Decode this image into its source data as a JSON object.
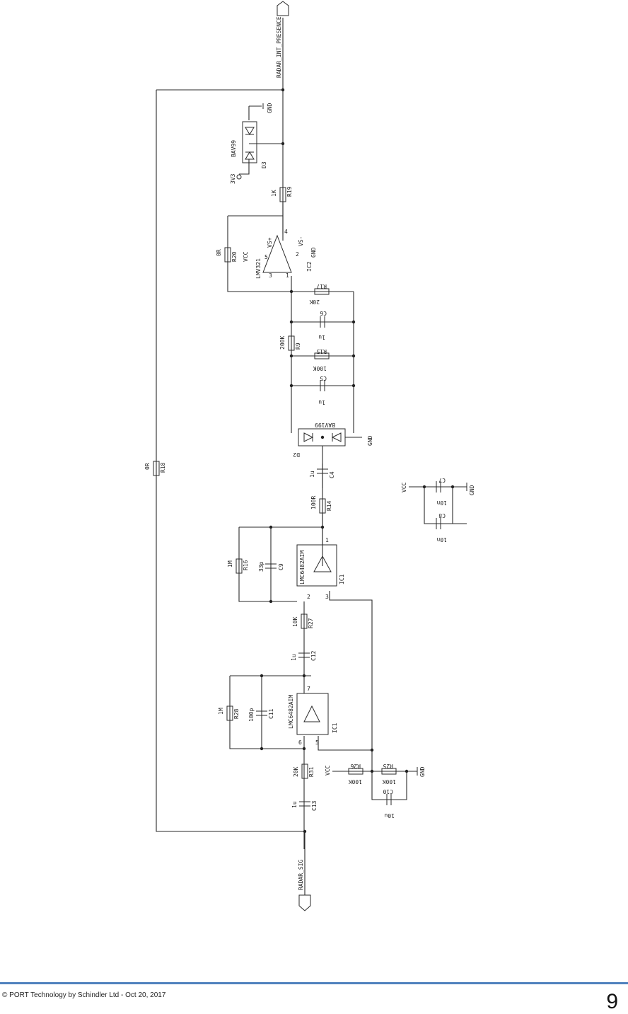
{
  "ports": {
    "input": "RADAR_SIG",
    "output": "RADAR_INT_PRESENCE"
  },
  "nets": {
    "vcc": "VCC",
    "gnd": "GND",
    "v33": "3V3"
  },
  "resistors": [
    {
      "ref": "R18",
      "value": "0R"
    },
    {
      "ref": "R19",
      "value": "1K"
    },
    {
      "ref": "R20",
      "value": "0R"
    },
    {
      "ref": "R17",
      "value": "20K"
    },
    {
      "ref": "R9",
      "value": "200K"
    },
    {
      "ref": "R15",
      "value": "100K"
    },
    {
      "ref": "R14",
      "value": "100R"
    },
    {
      "ref": "R16",
      "value": "1M"
    },
    {
      "ref": "R27",
      "value": "10K"
    },
    {
      "ref": "R28",
      "value": "1M"
    },
    {
      "ref": "R31",
      "value": "20K"
    },
    {
      "ref": "R26",
      "value": "100K"
    },
    {
      "ref": "R25",
      "value": "100K"
    }
  ],
  "capacitors": [
    {
      "ref": "C6",
      "value": "1u"
    },
    {
      "ref": "C5",
      "value": "1u"
    },
    {
      "ref": "C4",
      "value": "1u"
    },
    {
      "ref": "C9",
      "value": "33p"
    },
    {
      "ref": "C12",
      "value": "1u"
    },
    {
      "ref": "C11",
      "value": "100p"
    },
    {
      "ref": "C13",
      "value": "1u"
    },
    {
      "ref": "C10",
      "value": "10u"
    },
    {
      "ref": "C7",
      "value": "10n"
    },
    {
      "ref": "C8",
      "value": "10n"
    }
  ],
  "diodes": [
    {
      "ref": "D3",
      "part": "BAV99"
    },
    {
      "ref": "D2",
      "part": "BAV199"
    }
  ],
  "ics": [
    {
      "ref": "IC2",
      "part": "LMV321",
      "pins": {
        "vsp": "VS+",
        "vsm": "VS-",
        "p1": "1",
        "p2": "2",
        "p3": "3",
        "p4": "4",
        "p5": "5"
      }
    },
    {
      "ref": "IC1",
      "part": "LMC6482AIM",
      "pins": {
        "a": "1",
        "b": "2",
        "c": "3"
      }
    },
    {
      "ref": "IC1",
      "part": "LMC6482AIM",
      "pins": {
        "a": "7",
        "b": "6",
        "c": "5"
      }
    }
  ],
  "footer": {
    "copyright": "© PORT Technology by Schindler Ltd - Oct 20, 2017",
    "page": "9"
  }
}
